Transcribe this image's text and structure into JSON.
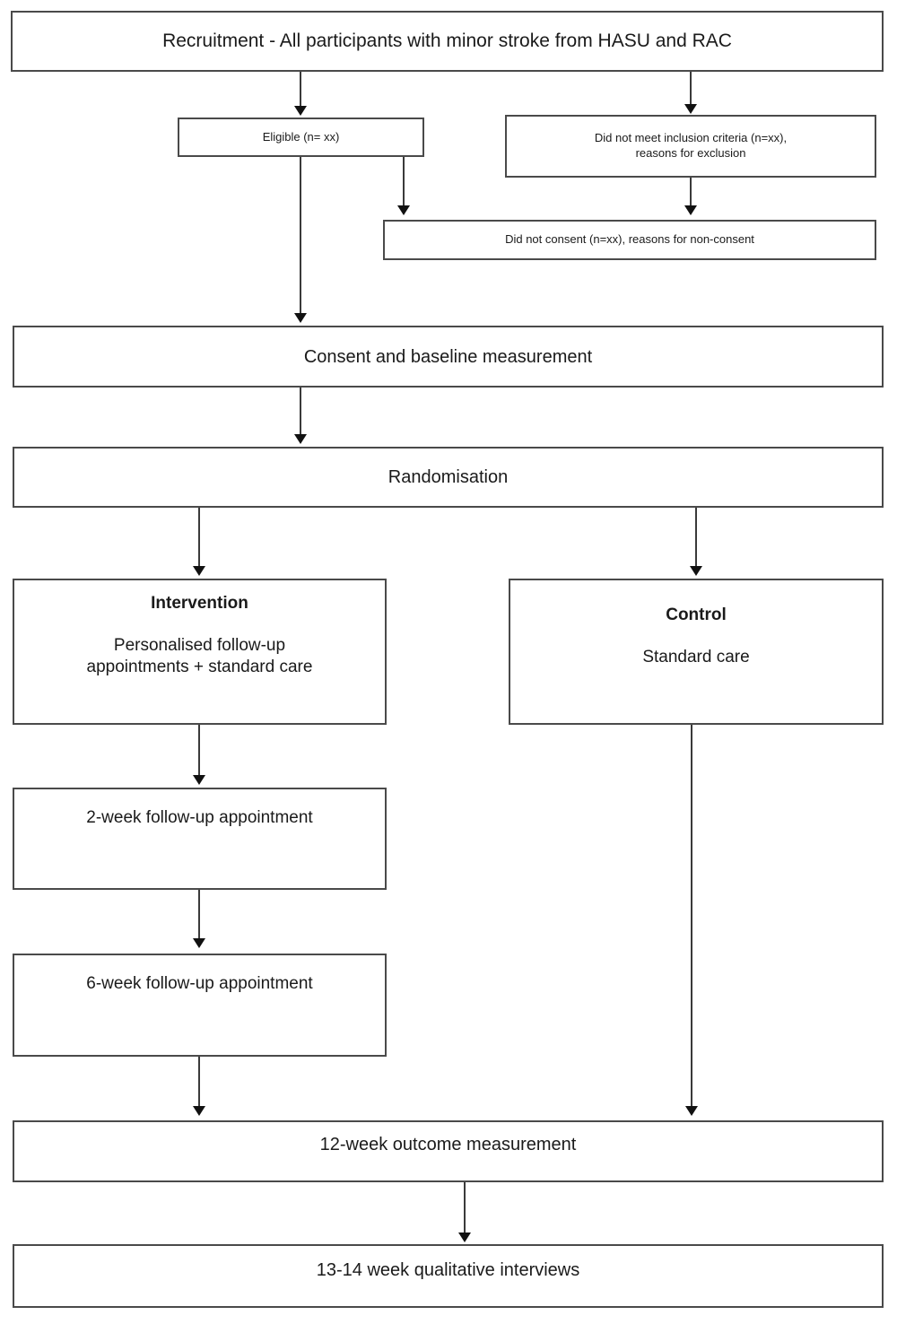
{
  "diagram": {
    "title": "Study flow diagram - minor stroke follow-up randomised trial",
    "type": "flowchart",
    "nodes": {
      "recruitment": {
        "label": "Recruitment - All participants with minor stroke from HASU and RAC"
      },
      "eligible": {
        "label": "Eligible (n= xx)"
      },
      "not_inclusion_line1": {
        "label": "Did not meet inclusion criteria (n=xx),"
      },
      "not_inclusion_line2": {
        "label": "reasons for exclusion"
      },
      "not_consent": {
        "label": "Did not consent (n=xx), reasons for non-consent"
      },
      "consent_baseline": {
        "label": "Consent and baseline measurement"
      },
      "randomisation": {
        "label": "Randomisation"
      },
      "intervention_heading": {
        "label": "Intervention"
      },
      "intervention_line1": {
        "label": "Personalised follow-up"
      },
      "intervention_line2": {
        "label": "appointments + standard care"
      },
      "control_heading": {
        "label": "Control"
      },
      "control_line1": {
        "label": "Standard care"
      },
      "followup_2week": {
        "label": "2-week follow-up appointment"
      },
      "followup_6week": {
        "label": "6-week follow-up appointment"
      },
      "outcome_12week": {
        "label": "12-week outcome measurement"
      },
      "interviews_13_14week": {
        "label": "13-14 week qualitative interviews"
      }
    },
    "colors": {
      "box_border": "#4a4a4a",
      "connector": "#3a3a3a",
      "arrowhead": "#111111",
      "background": "#ffffff",
      "text": "#1a1a1a"
    }
  }
}
